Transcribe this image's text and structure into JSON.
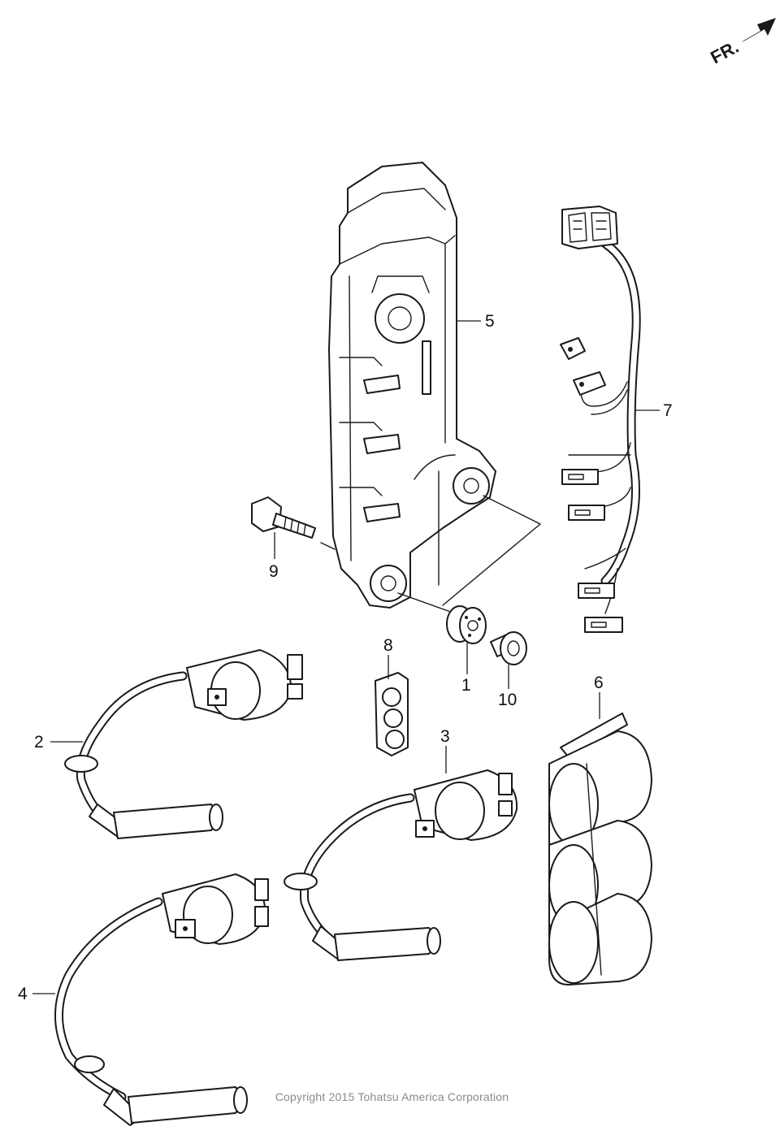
{
  "direction": {
    "label": "FR.",
    "icon": "arrow-right-icon"
  },
  "callouts": [
    {
      "id": "1",
      "label": "1"
    },
    {
      "id": "2",
      "label": "2"
    },
    {
      "id": "3",
      "label": "3"
    },
    {
      "id": "4",
      "label": "4"
    },
    {
      "id": "5",
      "label": "5"
    },
    {
      "id": "6",
      "label": "6"
    },
    {
      "id": "7",
      "label": "7"
    },
    {
      "id": "8",
      "label": "8"
    },
    {
      "id": "9",
      "label": "9"
    },
    {
      "id": "10",
      "label": "10"
    }
  ],
  "copyright": "Copyright 2015 Tohatsu America Corporation",
  "colors": {
    "line": "#1a1a1a",
    "background": "#ffffff",
    "copyright_text": "#8a8a8a"
  }
}
